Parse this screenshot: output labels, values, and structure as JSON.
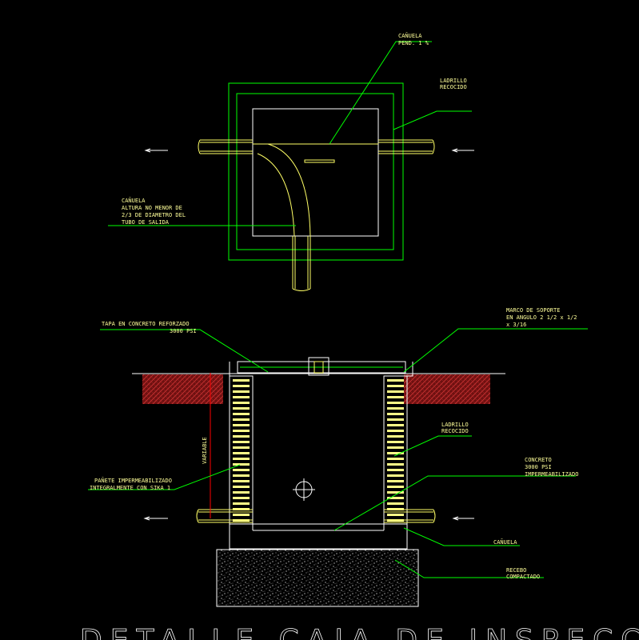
{
  "colors": {
    "background": "#000000",
    "wall": "#00ff00",
    "pipe": "#ffff66",
    "leader": "#00ff00",
    "text": "#ffff99",
    "white": "#ffffff",
    "soil": "#8b1a1a",
    "dimension": "#ff0000"
  },
  "plan_view": {
    "channel_label": [
      "CAÑUELA",
      "PEND. 1 %"
    ],
    "brick_label": [
      "LADRILLO",
      "RECOCIDO"
    ],
    "channel_height_label": [
      "CAÑUELA",
      "ALTURA NO MENOR DE",
      "2/3 DE DIAMETRO DEL",
      "TUBO DE SALIDA"
    ]
  },
  "section_view": {
    "lid_label": [
      "TAPA EN CONCRETO REFORZADO",
      "3000 PSI"
    ],
    "frame_label": [
      "MARCO DE SOPORTE",
      "EN ANGULO 2 1/2 x 1/2",
      "x 3/16"
    ],
    "brick_label": [
      "LADRILLO",
      "RECOCIDO"
    ],
    "plaster_label": [
      "PAÑETE IMPERMEABILIZADO",
      "INTEGRALMENTE CON SIKA 1"
    ],
    "concrete_label": [
      "CONCRETO",
      "3000 PSI",
      "IMPERMEABILIZADO"
    ],
    "channel_label": "CAÑUELA",
    "base_label": [
      "RECEBO",
      "COMPACTADO"
    ],
    "dimension_label": "VARIABLE"
  },
  "title": "DETALLE CAJA DE INSPECCION"
}
